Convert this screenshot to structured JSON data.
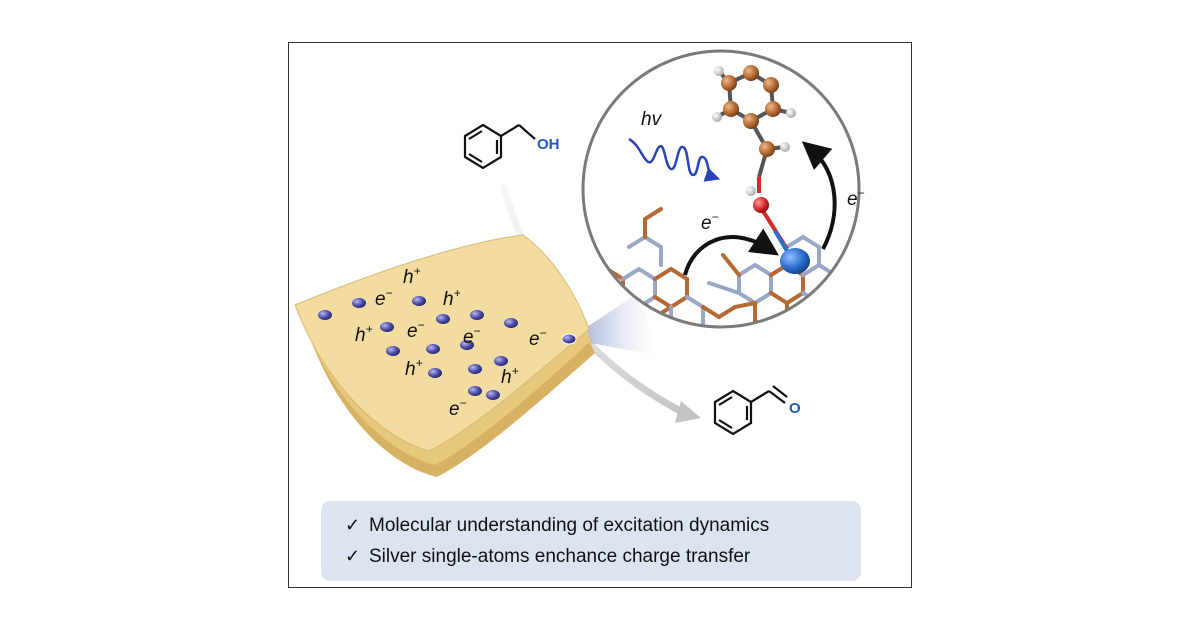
{
  "colors": {
    "sheet": "#f3dca0",
    "sheet_edge": "#d6b262",
    "atom": "#4a4aa8",
    "silver_atom": "#2c6fcc",
    "carbon": "#b56a34",
    "hydrogen": "#e6e6e6",
    "oxygen": "#d42a2a",
    "nitrogen": "#9aa8c8",
    "wave": "#2a43b8",
    "summary_bg": "#dde4f1",
    "heteroatom_label": "#1f5bb8"
  },
  "labels": {
    "hole": "h",
    "hole_charge": "+",
    "electron": "e",
    "electron_charge": "−",
    "photon": "hv"
  },
  "molecules": {
    "reactant_group": "OH",
    "product_group": "O"
  },
  "summary": {
    "check_icon": "✓",
    "items": [
      "Molecular understanding of excitation dynamics",
      "Silver single-atoms enchance charge transfer"
    ]
  }
}
